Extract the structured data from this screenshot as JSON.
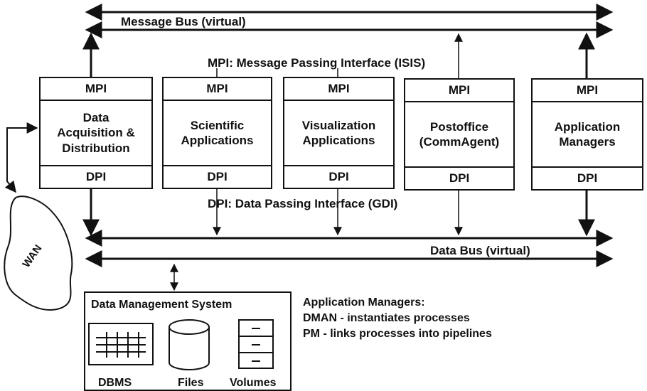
{
  "message_bus": {
    "label": "Message Bus (virtual)"
  },
  "mpi_interface": {
    "label": "MPI: Message Passing Interface (ISIS)"
  },
  "dpi_interface": {
    "label": "DPI: Data Passing Interface (GDI)"
  },
  "data_bus": {
    "label": "Data Bus (virtual)"
  },
  "components": [
    {
      "top": "MPI",
      "lines": [
        "Data",
        "Acquisition &",
        "Distribution"
      ],
      "bottom": "DPI"
    },
    {
      "top": "MPI",
      "lines": [
        "Scientific",
        "Applications"
      ],
      "bottom": "DPI"
    },
    {
      "top": "MPI",
      "lines": [
        "Visualization",
        "Applications"
      ],
      "bottom": "DPI"
    },
    {
      "top": "MPI",
      "lines": [
        "Postoffice",
        "(CommAgent)"
      ],
      "bottom": "DPI"
    },
    {
      "top": "MPI",
      "lines": [
        "Application",
        "Managers"
      ],
      "bottom": "DPI"
    }
  ],
  "wan": {
    "label": "WAN"
  },
  "dms": {
    "title": "Data Management System",
    "stores": [
      {
        "label": "DBMS",
        "icon": "grid-table-icon"
      },
      {
        "label": "Files",
        "icon": "disk-cylinder-icon"
      },
      {
        "label": "Volumes",
        "icon": "file-cabinet-icon"
      }
    ]
  },
  "notes": {
    "heading": "Application Managers:",
    "lines": [
      "DMAN - instantiates  processes",
      "PM - links processes into pipelines"
    ]
  }
}
